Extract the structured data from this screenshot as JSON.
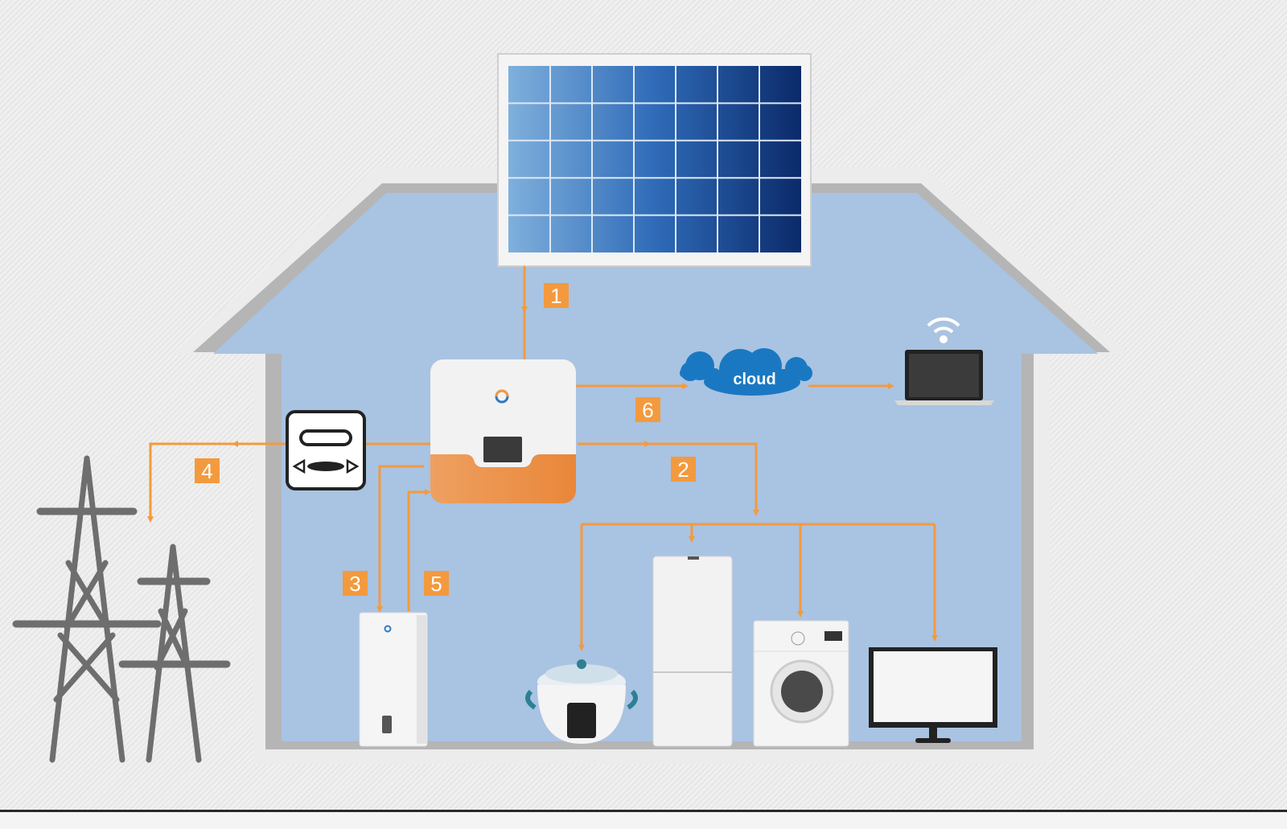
{
  "labels": {
    "step_1": "1",
    "step_2": "2",
    "step_3": "3",
    "step_4": "4",
    "step_5": "5",
    "step_6": "6",
    "cloud": "cloud"
  },
  "colors": {
    "flow": "#f39a3e",
    "house_fill": "#a9c3e2",
    "house_border": "#c9c9c9",
    "cloud": "#1a78c2",
    "inverter_accent": "#e88d3f"
  }
}
